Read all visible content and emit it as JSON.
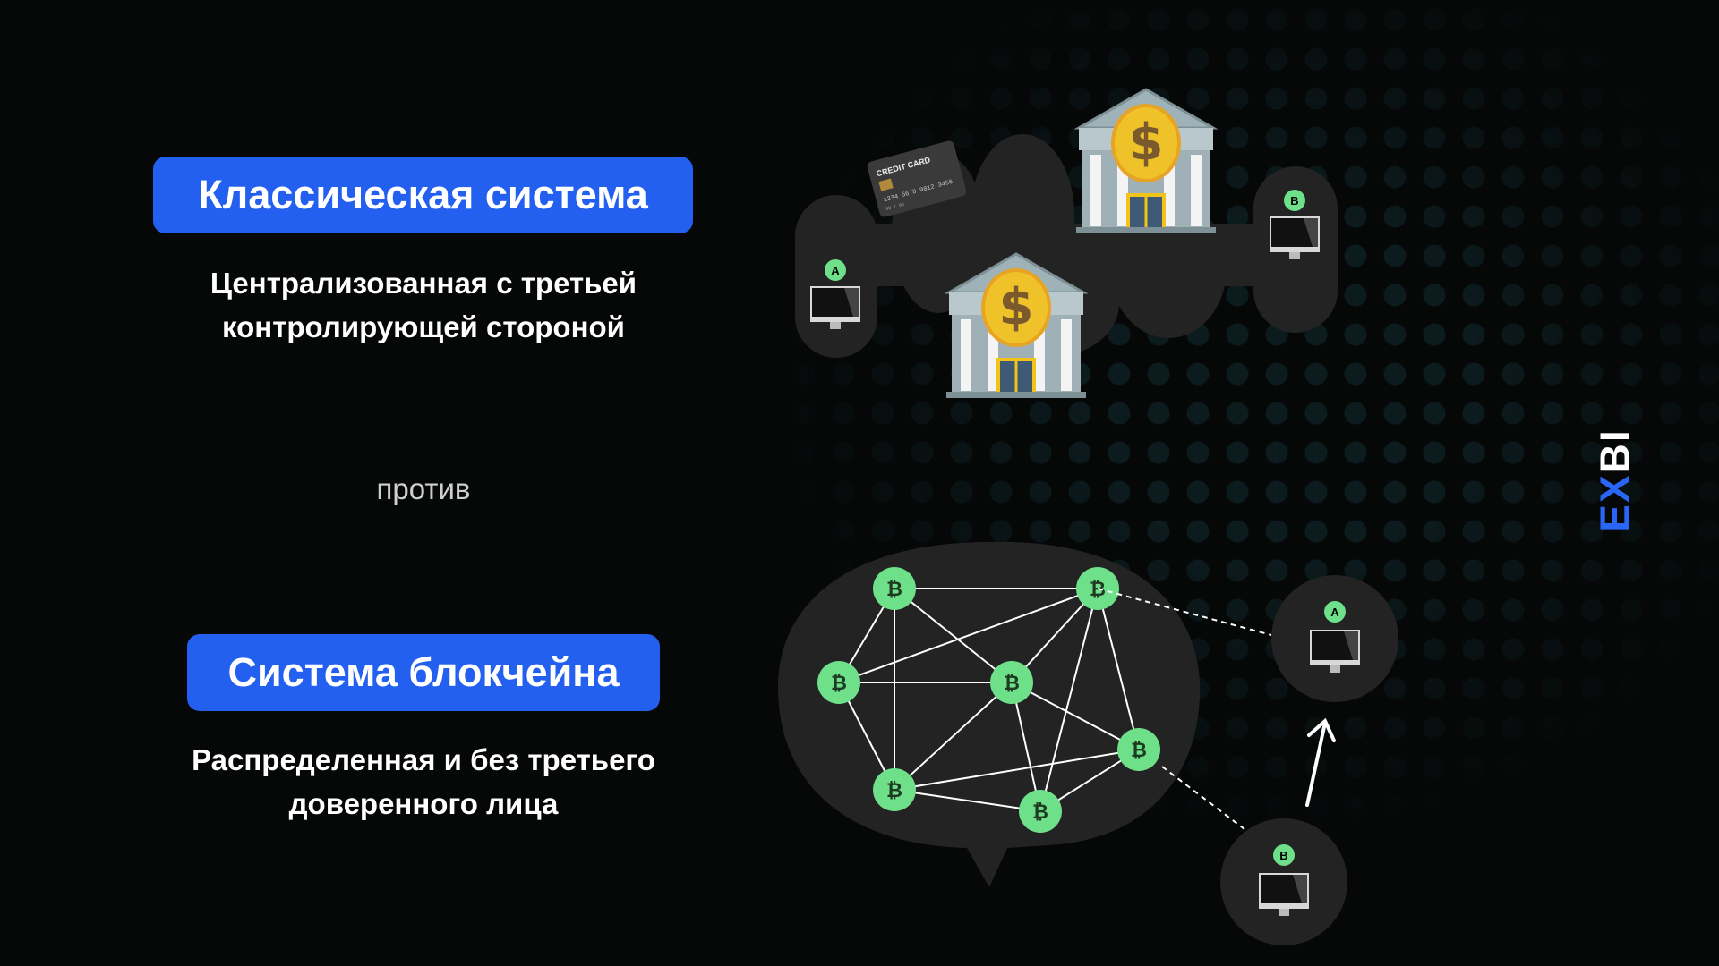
{
  "classic": {
    "title": "Классическая система",
    "subtitle_lines": [
      "Централизованная с третьей",
      "контролирующей стороной"
    ]
  },
  "versus": "против",
  "blockchain": {
    "title": "Система блокчейна",
    "subtitle_lines": [
      "Распределенная и без третьего",
      "доверенного лица"
    ]
  },
  "card": {
    "label": "CREDIT CARD",
    "number": "1234 5678 9012 3456",
    "expiry": "00 / 00"
  },
  "bank_symbol": "$",
  "node_symbol": "₿",
  "user_a": "A",
  "user_b": "B",
  "logo": {
    "part1": "E",
    "part2": "X",
    "part3": "BI"
  },
  "colors": {
    "accent": "#2460f0",
    "node": "#6fe08a",
    "blob": "#232323"
  }
}
